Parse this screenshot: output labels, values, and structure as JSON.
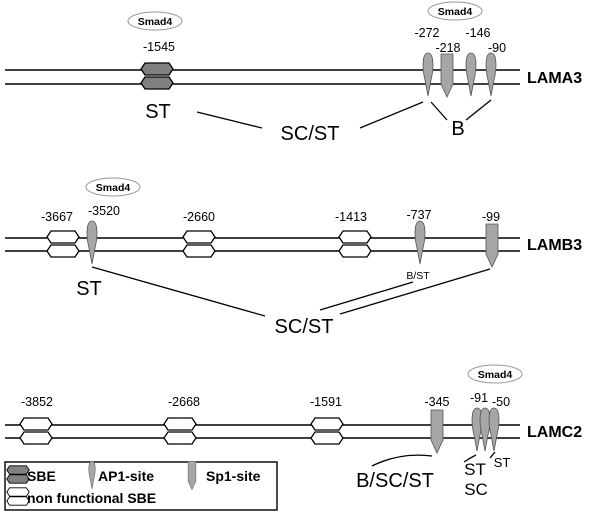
{
  "smad_label": "Smad4",
  "genes": [
    {
      "name": "LAMA3",
      "positions": [
        "-1545",
        "-272",
        "-218",
        "-146",
        "-90"
      ],
      "labels": {
        "st": "ST",
        "sc_st": "SC/ST",
        "b": "B"
      }
    },
    {
      "name": "LAMB3",
      "positions": [
        "-3667",
        "-3520",
        "-2660",
        "-1413",
        "-737",
        "-99"
      ],
      "labels": {
        "st": "ST",
        "sc_st": "SC/ST",
        "b_st": "B/ST"
      }
    },
    {
      "name": "LAMC2",
      "positions": [
        "-3852",
        "-2668",
        "-1591",
        "-345",
        "-91",
        "-50"
      ],
      "labels": {
        "b_sc_st": "B/SC/ST",
        "st1": "ST",
        "st2": "ST",
        "sc": "SC"
      }
    }
  ],
  "legend": {
    "sbe": "SBE",
    "ap1": "AP1-site",
    "sp1": "Sp1-site",
    "nonfunctional": "non functional SBE"
  },
  "colors": {
    "sbe": "#808080",
    "site": "#a6a6a6",
    "line": "#000000"
  }
}
